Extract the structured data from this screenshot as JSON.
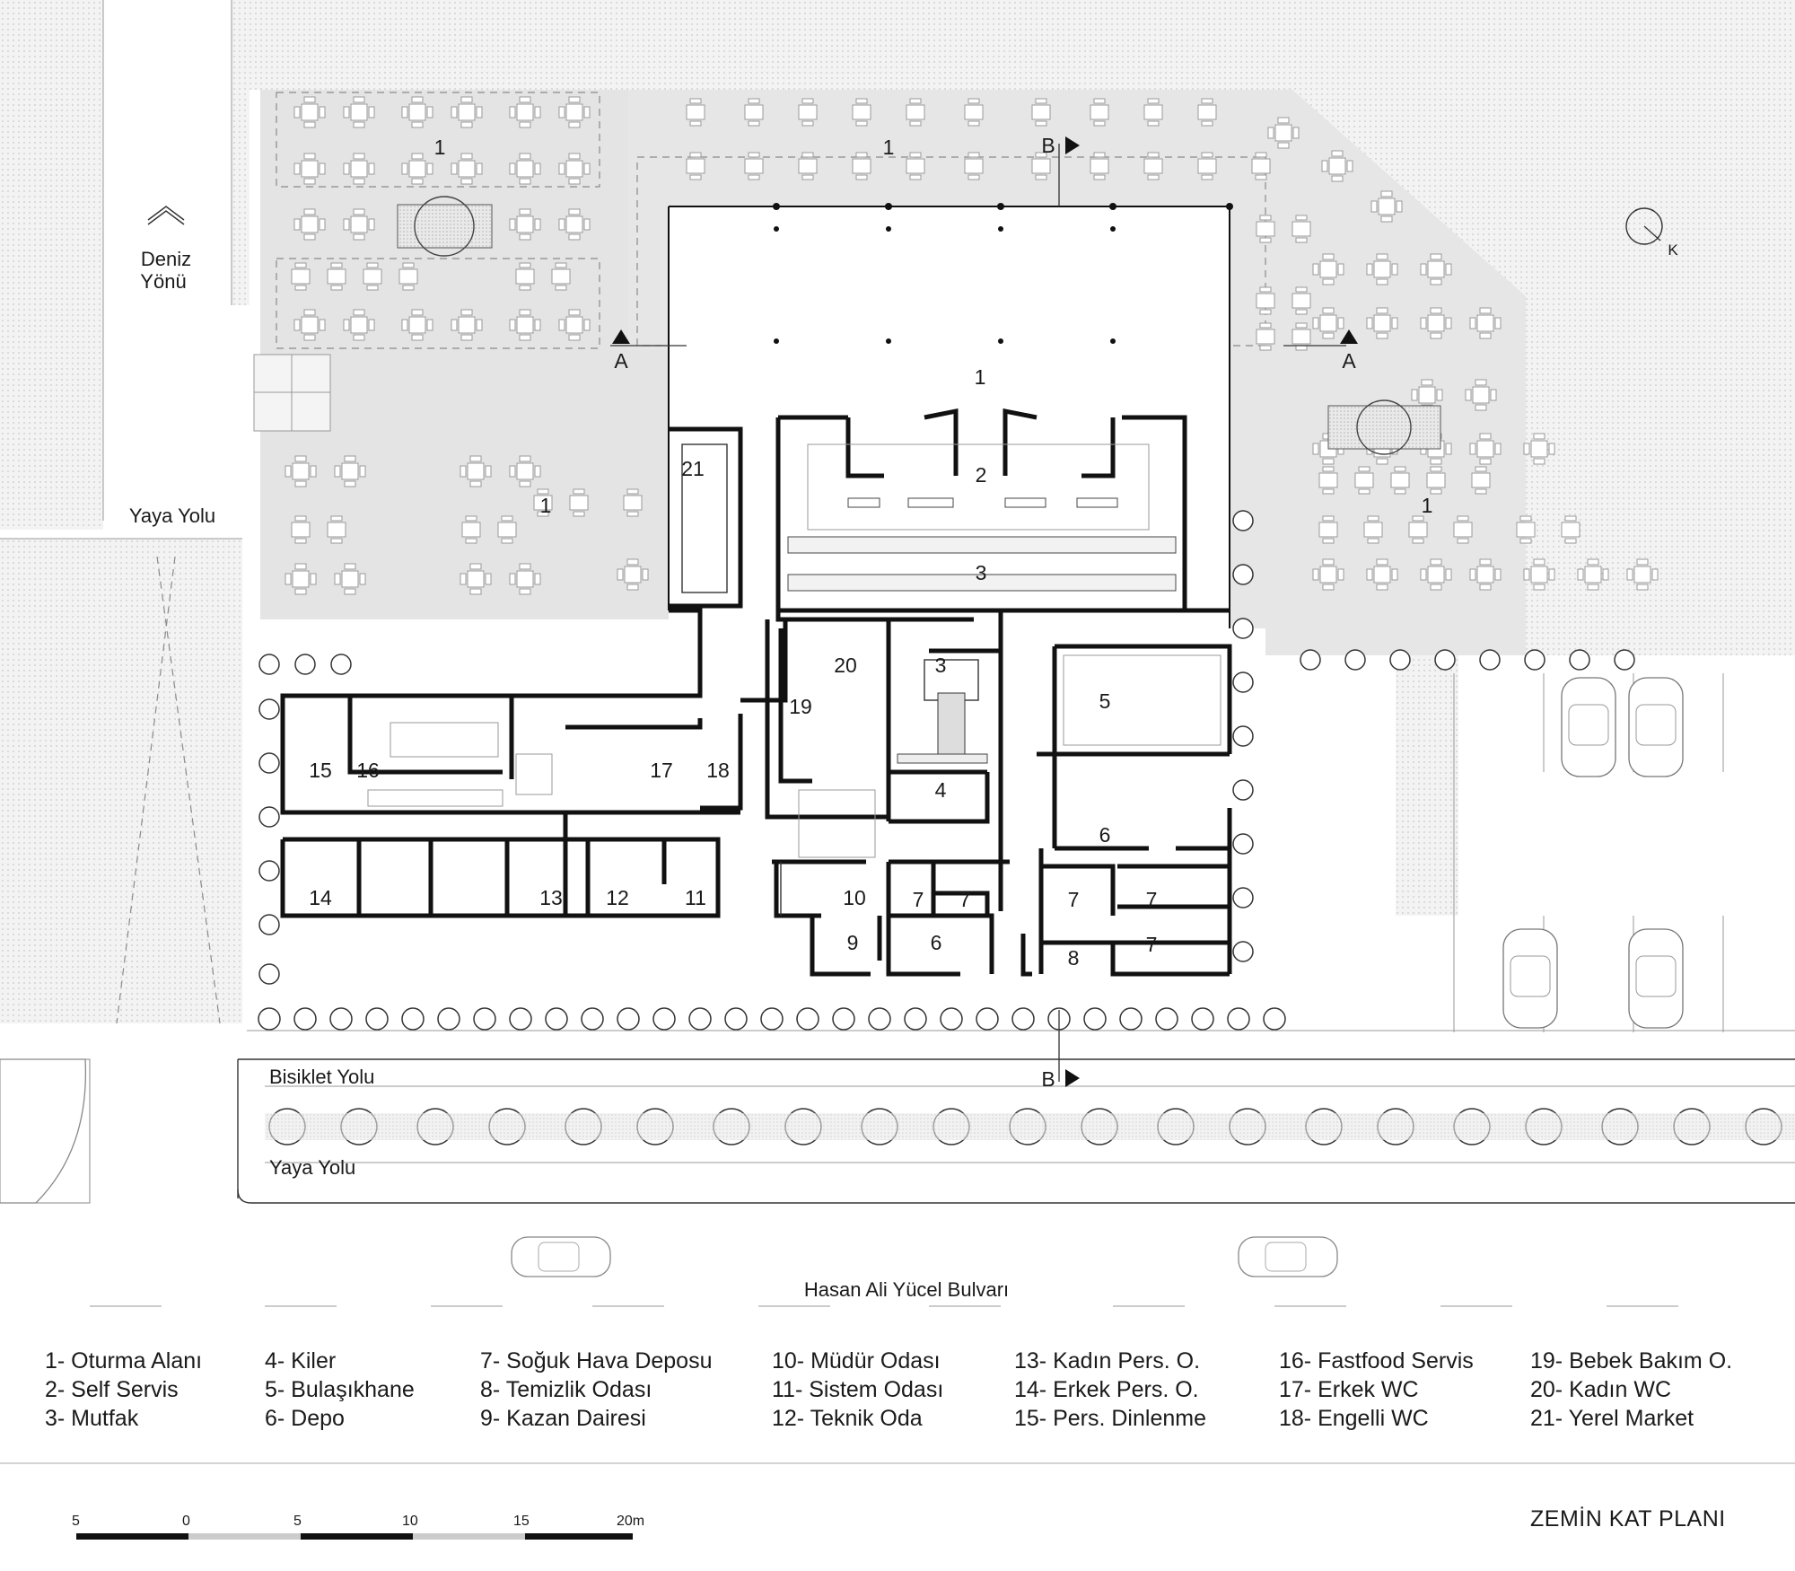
{
  "plan_title": "ZEMİN KAT PLANI",
  "street_labels": {
    "sea_direction_line1": "Deniz",
    "sea_direction_line2": "Yönü",
    "footpath_left": "Yaya Yolu",
    "bike_path": "Bisiklet Yolu",
    "footpath_bottom": "Yaya Yolu",
    "boulevard": "Hasan Ali Yücel Bulvarı"
  },
  "section_marks": {
    "a_left": "A",
    "a_right": "A",
    "b_top": "B",
    "b_bottom": "B",
    "north": "K"
  },
  "room_numbers": {
    "r1_a": "1",
    "r1_b": "1",
    "r1_c": "1",
    "r1_d": "1",
    "r1_e": "1",
    "r2": "2",
    "r3_a": "3",
    "r3_b": "3",
    "r4": "4",
    "r5": "5",
    "r6_a": "6",
    "r6_b": "6",
    "r7_a": "7",
    "r7_b": "7",
    "r7_c": "7",
    "r7_d": "7",
    "r7_e": "7",
    "r8": "8",
    "r9": "9",
    "r10": "10",
    "r11": "11",
    "r12": "12",
    "r13": "13",
    "r14": "14",
    "r15": "15",
    "r16": "16",
    "r17": "17",
    "r18": "18",
    "r19": "19",
    "r20": "20",
    "r21": "21"
  },
  "legend": [
    [
      "1- Oturma Alanı",
      "2- Self Servis",
      "3- Mutfak"
    ],
    [
      "4- Kiler",
      "5- Bulaşıkhane",
      "6- Depo"
    ],
    [
      "7- Soğuk Hava Deposu",
      "8- Temizlik Odası",
      "9- Kazan Dairesi"
    ],
    [
      "10- Müdür Odası",
      "11- Sistem Odası",
      "12- Teknik Oda"
    ],
    [
      "13- Kadın Pers. O.",
      "14- Erkek Pers. O.",
      "15- Pers. Dinlenme"
    ],
    [
      "16- Fastfood Servis",
      "17- Erkek WC",
      "18- Engelli WC"
    ],
    [
      "19- Bebek Bakım O.",
      "20- Kadın WC",
      "21- Yerel Market"
    ]
  ],
  "scale_bar": {
    "ticks": [
      "5",
      "0",
      "5",
      "10",
      "15",
      "20m"
    ]
  },
  "colors": {
    "paving": "#eeeeee",
    "terrace": "#e4e4e4",
    "wall": "#111111",
    "line": "#333333"
  }
}
